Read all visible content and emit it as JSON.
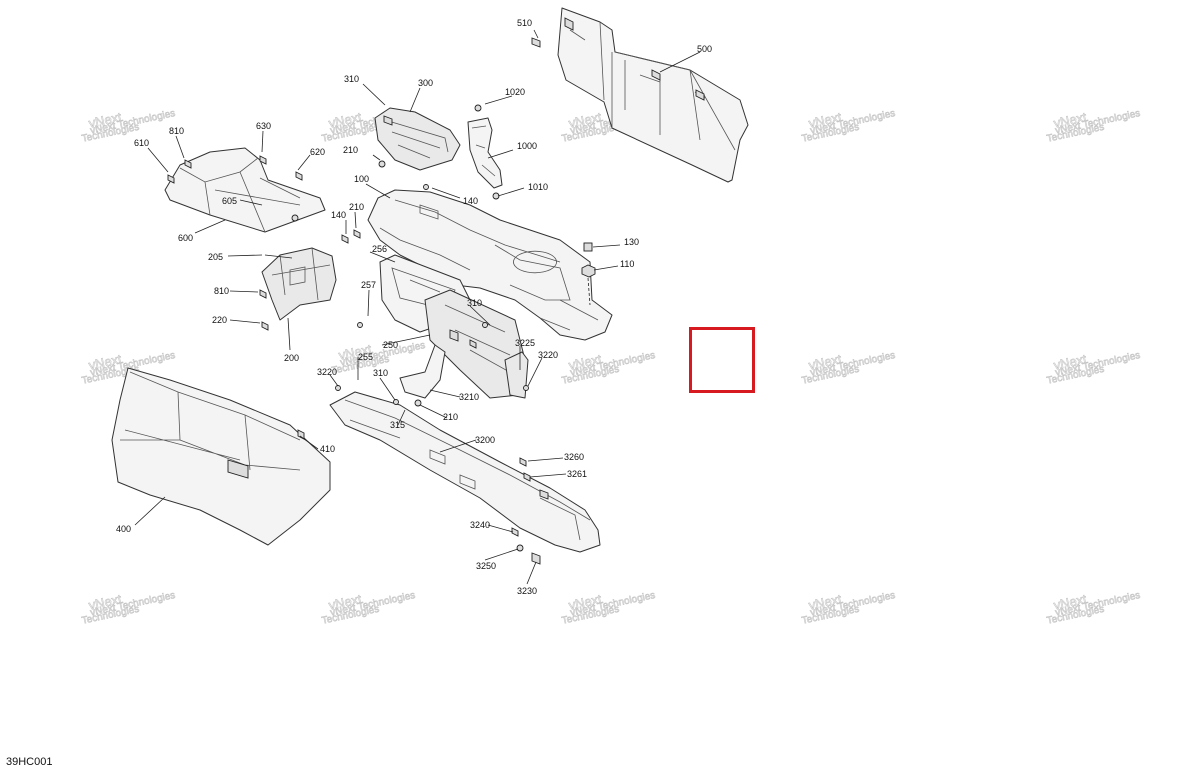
{
  "diagram": {
    "reference_code": "39HC001",
    "watermark": {
      "line1": "vNext",
      "line2": "Technologies",
      "full": "vNext Technologies"
    },
    "highlight_color": "#d71920",
    "part_labels": {
      "p100": "100",
      "p110": "110",
      "p130": "130",
      "p140a": "140",
      "p140b": "140",
      "p200": "200",
      "p205": "205",
      "p210a": "210",
      "p210b": "210",
      "p210c": "210",
      "p220": "220",
      "p250": "250",
      "p255": "255",
      "p256": "256",
      "p257": "257",
      "p300": "300",
      "p310a": "310",
      "p310b": "310",
      "p310c": "310",
      "p315": "315",
      "p400": "400",
      "p410": "410",
      "p500": "500",
      "p510": "510",
      "p600": "600",
      "p605": "605",
      "p610": "610",
      "p620": "620",
      "p630": "630",
      "p810a": "810",
      "p810b": "810",
      "p1000": "1000",
      "p1010": "1010",
      "p1020": "1020",
      "p3200": "3200",
      "p3210": "3210",
      "p3220a": "3220",
      "p3220b": "3220",
      "p3225": "3225",
      "p3230": "3230",
      "p3240": "3240",
      "p3250": "3250",
      "p3260": "3260",
      "p3261": "3261"
    }
  }
}
